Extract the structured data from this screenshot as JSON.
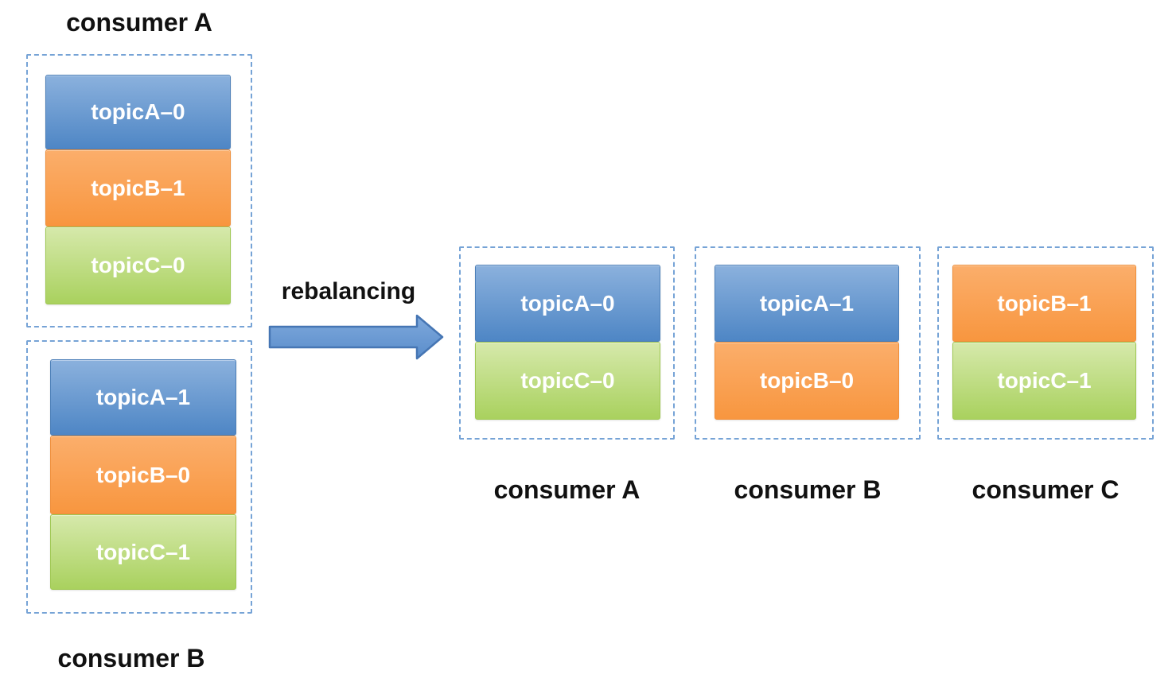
{
  "before": {
    "groups": [
      {
        "consumer": "consumer A",
        "partitions": [
          {
            "label": "topicA–0",
            "color": "blue"
          },
          {
            "label": "topicB–1",
            "color": "orange"
          },
          {
            "label": "topicC–0",
            "color": "green"
          }
        ]
      },
      {
        "consumer": "consumer B",
        "partitions": [
          {
            "label": "topicA–1",
            "color": "blue"
          },
          {
            "label": "topicB–0",
            "color": "orange"
          },
          {
            "label": "topicC–1",
            "color": "green"
          }
        ]
      }
    ]
  },
  "transition": {
    "label": "rebalancing",
    "arrow_icon": "right-arrow"
  },
  "after": {
    "groups": [
      {
        "consumer": "consumer A",
        "partitions": [
          {
            "label": "topicA–0",
            "color": "blue"
          },
          {
            "label": "topicC–0",
            "color": "green"
          }
        ]
      },
      {
        "consumer": "consumer B",
        "partitions": [
          {
            "label": "topicA–1",
            "color": "blue"
          },
          {
            "label": "topicB–0",
            "color": "orange"
          }
        ]
      },
      {
        "consumer": "consumer C",
        "partitions": [
          {
            "label": "topicB–1",
            "color": "orange"
          },
          {
            "label": "topicC–1",
            "color": "green"
          }
        ]
      }
    ]
  },
  "colors": {
    "partition_text": "#FFFFFF",
    "label_text": "#111111",
    "dashed_border": "#76A3D6",
    "partition_blue_top": "#8BB1DD",
    "partition_blue_bottom": "#4E86C5",
    "partition_blue_border": "#4C7FB8",
    "partition_orange_top": "#FBAE6B",
    "partition_orange_bottom": "#F8963F",
    "partition_orange_border": "#EF8F3B",
    "partition_green_top": "#D6E9AB",
    "partition_green_bottom": "#A9D15E",
    "partition_green_border": "#9FC853",
    "arrow_fill_top": "#7FA9DC",
    "arrow_fill_bottom": "#5A8DCB",
    "arrow_stroke": "#4676B4"
  }
}
